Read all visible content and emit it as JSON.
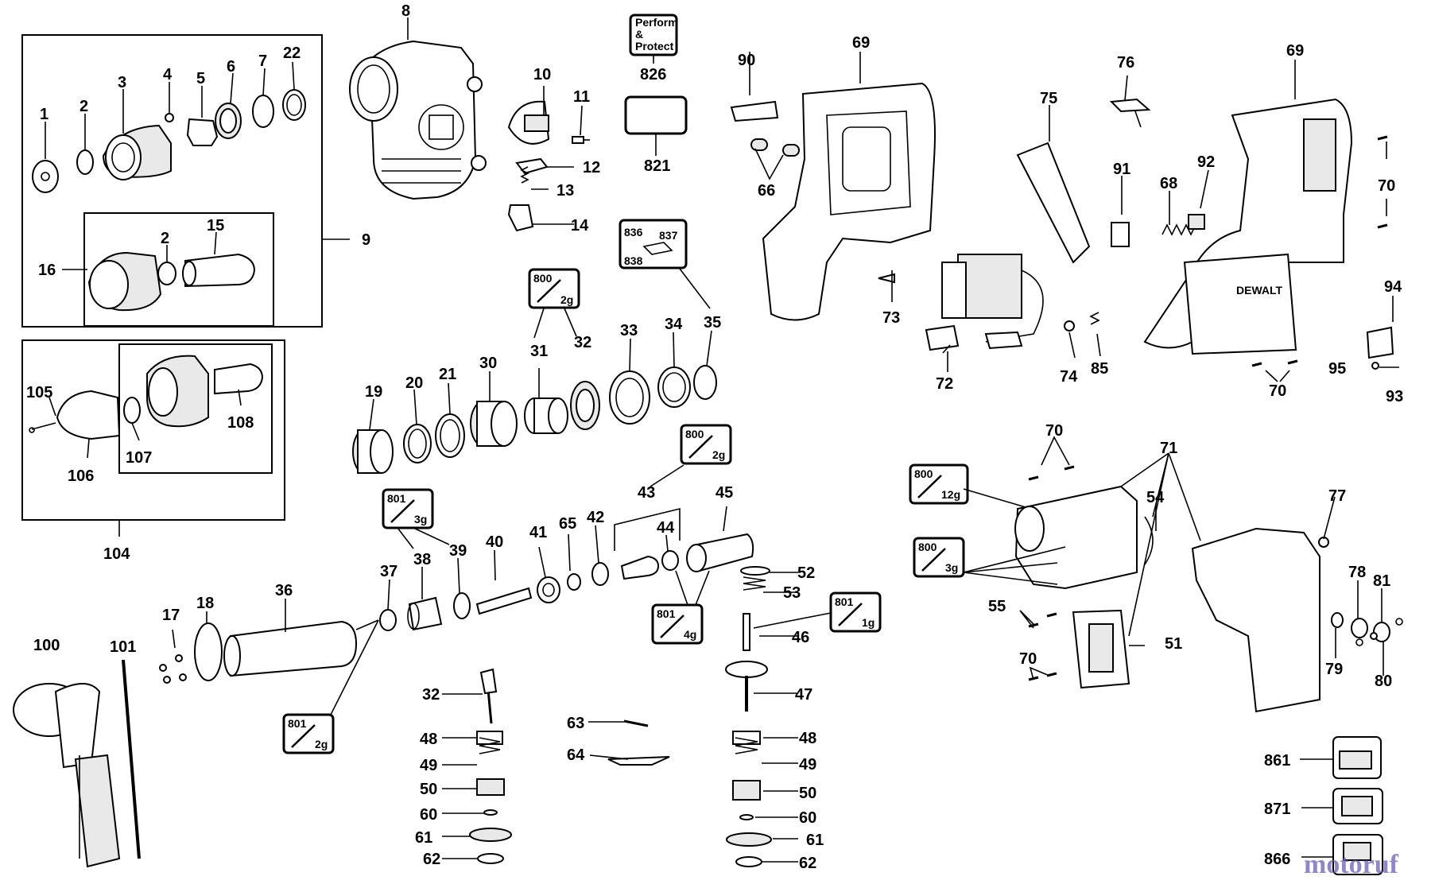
{
  "labels": {
    "l1": "1",
    "l2a": "2",
    "l3": "3",
    "l4": "4",
    "l5": "5",
    "l6": "6",
    "l7": "7",
    "l8": "8",
    "l9": "9",
    "l10": "10",
    "l12": "12",
    "l13": "13",
    "l14": "14",
    "l15": "15",
    "l16": "16",
    "l2b": "2",
    "l11": "11",
    "l17": "17",
    "l18": "18",
    "l19": "19",
    "l20": "20",
    "l21": "21",
    "l22": "22",
    "l30": "30",
    "l31": "31",
    "l32a": "32",
    "l33": "33",
    "l34": "34",
    "l35": "35",
    "l36": "36",
    "l37": "37",
    "l38": "38",
    "l39": "39",
    "l40": "40",
    "l41": "41",
    "l65": "65",
    "l42": "42",
    "l43": "43",
    "l44": "44",
    "l45": "45",
    "l52": "52",
    "l53": "53",
    "l46": "46",
    "l47": "47",
    "l32b": "32",
    "l48a": "48",
    "l49a": "49",
    "l50a": "50",
    "l60a": "60",
    "l61a": "61",
    "l62a": "62",
    "l48b": "48",
    "l49b": "49",
    "l50b": "50",
    "l60b": "60",
    "l61b": "61",
    "l62b": "62",
    "l63": "63",
    "l64": "64",
    "l66": "66",
    "l68": "68",
    "l69a": "69",
    "l69b": "69",
    "l70a": "70",
    "l70b": "70",
    "l70c": "70",
    "l70d": "70",
    "l71": "71",
    "l72": "72",
    "l73": "73",
    "l74": "74",
    "l75": "75",
    "l76": "76",
    "l77": "77",
    "l78": "78",
    "l79": "79",
    "l80": "80",
    "l81": "81",
    "l85": "85",
    "l90": "90",
    "l91": "91",
    "l92": "92",
    "l93": "93",
    "l94": "94",
    "l95": "95",
    "l51": "51",
    "l54": "54",
    "l55": "55",
    "l100": "100",
    "l101": "101",
    "l104": "104",
    "l105": "105",
    "l106": "106",
    "l107": "107",
    "l108": "108",
    "l821": "821",
    "l826": "826",
    "l836": "836",
    "l837": "837",
    "l838": "838",
    "l861": "861",
    "l871": "871",
    "l866": "866"
  },
  "perform_protect": [
    "Perform",
    "&",
    "Protect"
  ],
  "grease": {
    "g1": {
      "code": "800",
      "qty": "2g"
    },
    "g2": {
      "code": "800",
      "qty": "2g"
    },
    "g3": {
      "code": "801",
      "qty": "3g"
    },
    "g4": {
      "code": "801",
      "qty": "4g"
    },
    "g5": {
      "code": "801",
      "qty": "1g"
    },
    "g6": {
      "code": "801",
      "qty": "2g"
    },
    "g7": {
      "code": "800",
      "qty": "12g"
    },
    "g8": {
      "code": "800",
      "qty": "3g"
    }
  },
  "brand_text": "DEWALT",
  "watermark": "motoruf"
}
